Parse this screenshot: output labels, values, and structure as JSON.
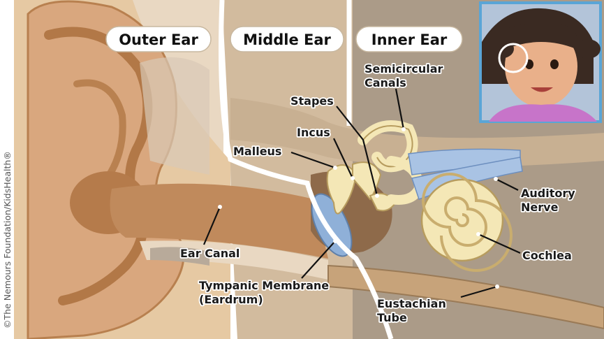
{
  "sections": {
    "outer": "Outer Ear",
    "middle": "Middle Ear",
    "inner": "Inner Ear"
  },
  "labels": {
    "semicircular_line1": "Semicircular",
    "semicircular_line2": "Canals",
    "stapes": "Stapes",
    "incus": "Incus",
    "malleus": "Malleus",
    "auditory_line1": "Auditory",
    "auditory_line2": "Nerve",
    "ear_canal": "Ear Canal",
    "cochlea": "Cochlea",
    "tympanic_line1": "Tympanic Membrane",
    "tympanic_line2": "(Eardrum)",
    "eustachian_line1": "Eustachian",
    "eustachian_line2": "Tube"
  },
  "credit": "©The Nemours Foundation/KidsHealth®",
  "colors": {
    "skin": "#d9a77e",
    "skin_dark": "#b97f52",
    "bone": "#f4e7b6",
    "nerve": "#a9c3e4",
    "eardrum": "#8fb0d8",
    "middle_bg": "#cfb79a",
    "inner_bg": "#a89886",
    "frame": "#8ac6ea"
  }
}
